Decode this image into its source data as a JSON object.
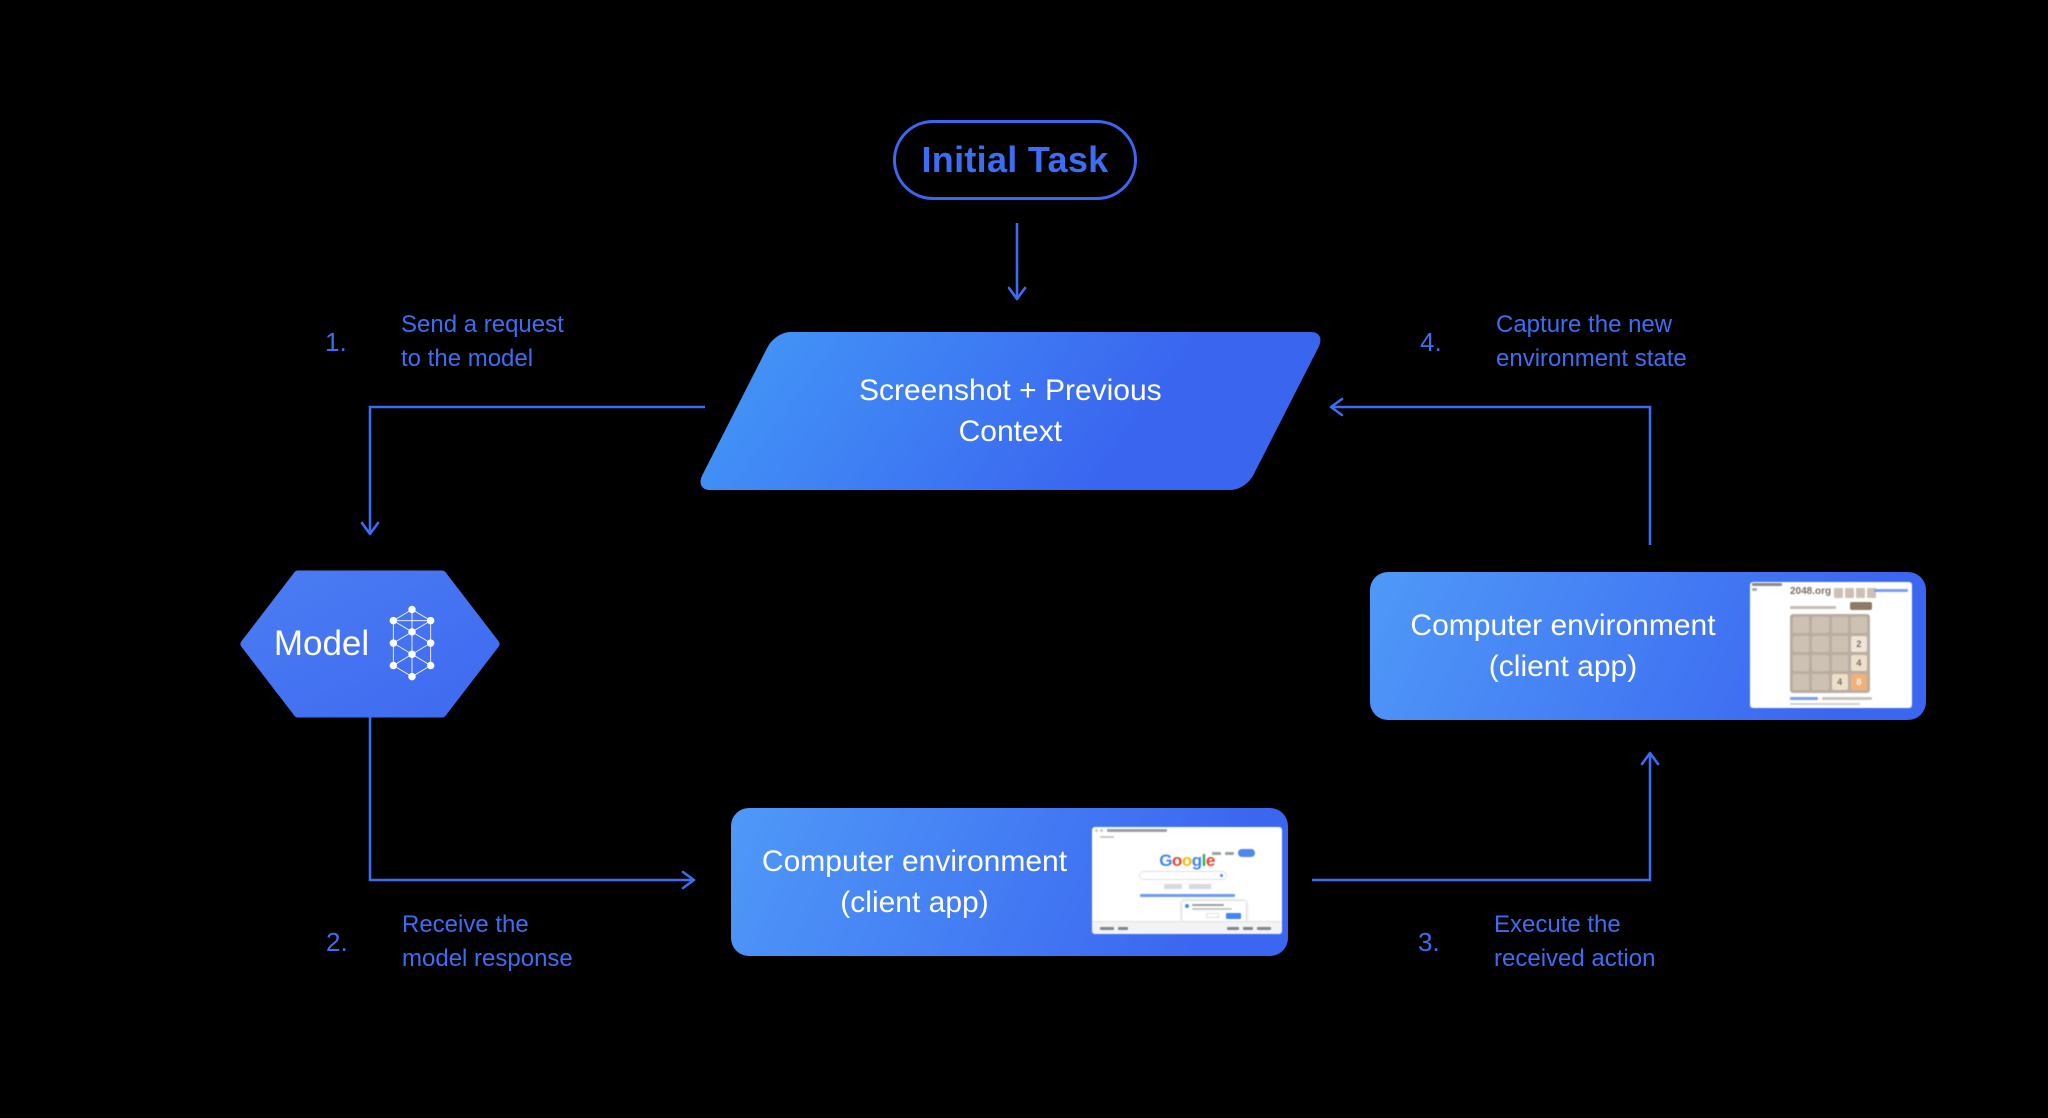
{
  "colors": {
    "accent": "#3D6DF3",
    "connector": "#3E6CF1",
    "shape_gradient_light": "#4F99F8",
    "shape_gradient_dark": "#3B66F0",
    "shape_text": "#ffffff"
  },
  "nodes": {
    "initial_task": {
      "label": "Initial Task"
    },
    "screenshot_context": {
      "line1": "Screenshot + Previous",
      "line2": "Context"
    },
    "model": {
      "label": "Model"
    },
    "env_client_right": {
      "line1": "Computer environment",
      "line2": "(client app)"
    },
    "env_client_bottom": {
      "line1": "Computer environment",
      "line2": "(client app)"
    }
  },
  "steps": [
    {
      "number": "1.",
      "line1": "Send a request",
      "line2": "to the model"
    },
    {
      "number": "2.",
      "line1": "Receive the",
      "line2": "model response"
    },
    {
      "number": "3.",
      "line1": "Execute the",
      "line2": "received action"
    },
    {
      "number": "4.",
      "line1": "Capture the new",
      "line2": "environment state"
    }
  ],
  "thumbnails": {
    "game": {
      "site": "2048.org",
      "board_color": "#bbada0",
      "cells": [
        "",
        "",
        "",
        "",
        "",
        "",
        "",
        "2",
        "",
        "",
        "",
        "4",
        "",
        "",
        "4",
        "8"
      ]
    },
    "google": {
      "logo_letters": [
        "G",
        "o",
        "o",
        "g",
        "l",
        "e"
      ]
    }
  }
}
